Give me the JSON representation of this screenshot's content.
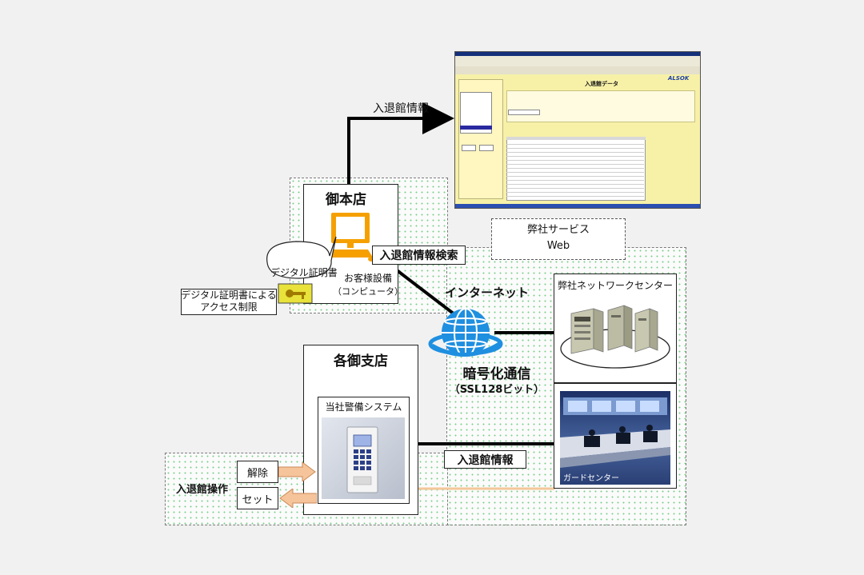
{
  "diagram": {
    "head_office": {
      "title": "御本店",
      "computer_label_line1": "お客様設備",
      "computer_label_line2": "（コンピュータ）",
      "search_label": "入退館情報検索",
      "certificate_bubble": "デジタル証明書",
      "certificate_access_line1": "デジタル証明書による",
      "certificate_access_line2": "アクセス制限"
    },
    "top_link_label": "入退館情報",
    "service": {
      "title_line1": "弊社サービス",
      "title_line2": "Web"
    },
    "internet": {
      "label": "インターネット",
      "encryption_line1": "暗号化通信",
      "encryption_line2": "（SSL128ビット）"
    },
    "network_center": {
      "title": "弊社ネットワークセンター"
    },
    "guard_center": {
      "label": "ガードセンター"
    },
    "branch": {
      "title": "各御支店",
      "system_title": "当社警備システム"
    },
    "bottom_link_label": "入退館情報",
    "operations": {
      "title": "入退館操作",
      "release_label": "解除",
      "set_label": "セット"
    },
    "screenshot": {
      "brand": "ALSOK",
      "heading": "入退館データ"
    }
  },
  "colors": {
    "zone_dots": "#7ccf8c",
    "computer": "#f5a000",
    "cert_yellow": "#e8e23a",
    "globe": "#1f8fe0",
    "peach_line": "#f3c79a",
    "screenshot_panel": "#f7f1a8"
  }
}
